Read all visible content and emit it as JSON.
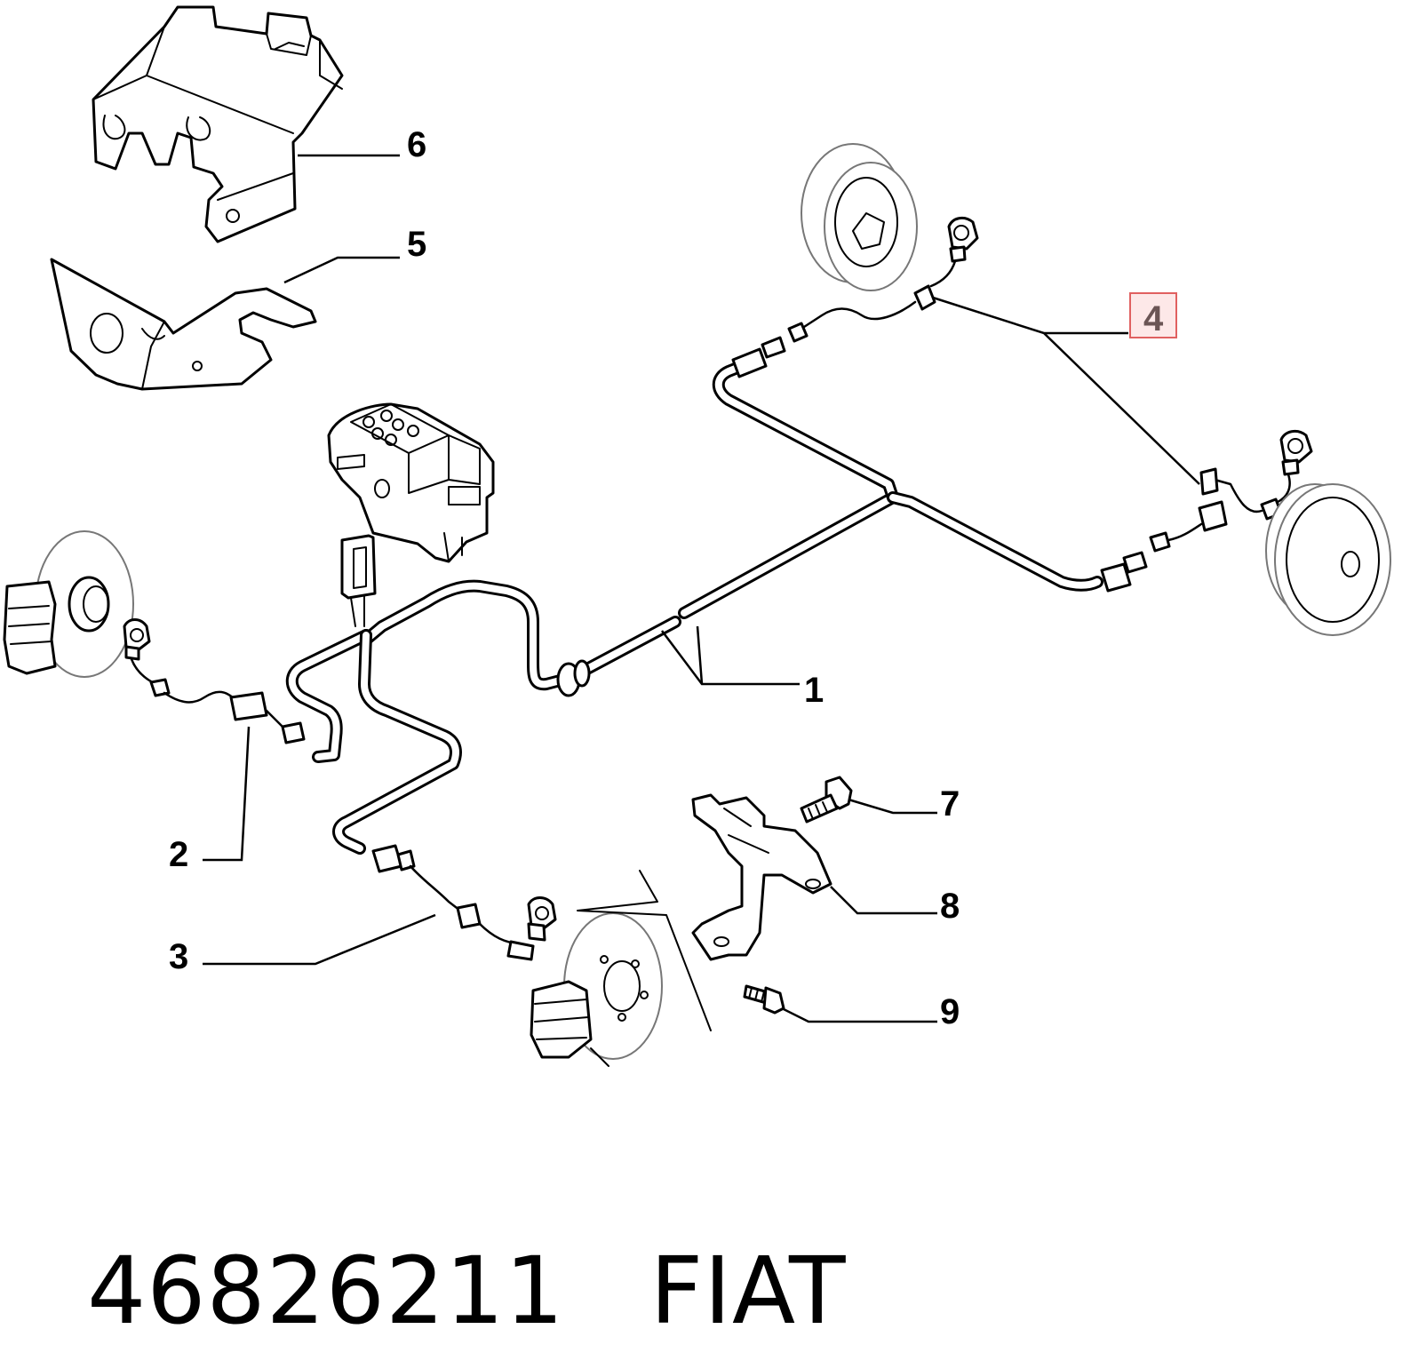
{
  "callouts": [
    {
      "id": "1",
      "label": "1"
    },
    {
      "id": "2",
      "label": "2"
    },
    {
      "id": "3",
      "label": "3"
    },
    {
      "id": "4",
      "label": "4",
      "highlighted": true
    },
    {
      "id": "5",
      "label": "5"
    },
    {
      "id": "6",
      "label": "6"
    },
    {
      "id": "7",
      "label": "7"
    },
    {
      "id": "8",
      "label": "8"
    },
    {
      "id": "9",
      "label": "9"
    }
  ],
  "footer": {
    "part_number": "46826211",
    "brand": "FIAT"
  },
  "colors": {
    "line": "#000000",
    "highlight_fill": "#fde8e8",
    "highlight_border": "#e06060",
    "background": "#ffffff"
  }
}
